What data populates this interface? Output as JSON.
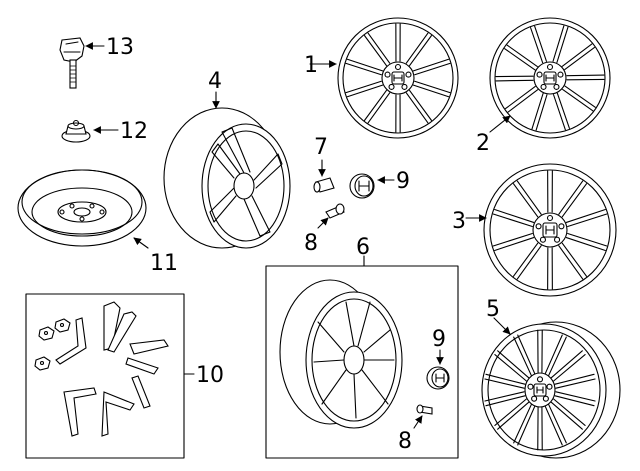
{
  "diagram": {
    "callouts": {
      "c1": "1",
      "c2": "2",
      "c3": "3",
      "c4": "4",
      "c5": "5",
      "c6": "6",
      "c7": "7",
      "c8a": "8",
      "c8b": "8",
      "c9a": "9",
      "c9b": "9",
      "c10": "10",
      "c11": "11",
      "c12": "12",
      "c13": "13"
    },
    "parts": [
      "tpms-sensor",
      "valve-cap-seal",
      "spare-wheel",
      "alloy-wheel-side-view",
      "valve-cap",
      "valve-stem",
      "center-cap",
      "alloy-wheel-front-1",
      "alloy-wheel-front-2",
      "alloy-wheel-front-3",
      "alloy-wheel-front-5",
      "alloy-wheel-assembly-6",
      "trim-clip-kit-10"
    ],
    "colors": {
      "line": "#000000",
      "background": "#ffffff"
    }
  }
}
